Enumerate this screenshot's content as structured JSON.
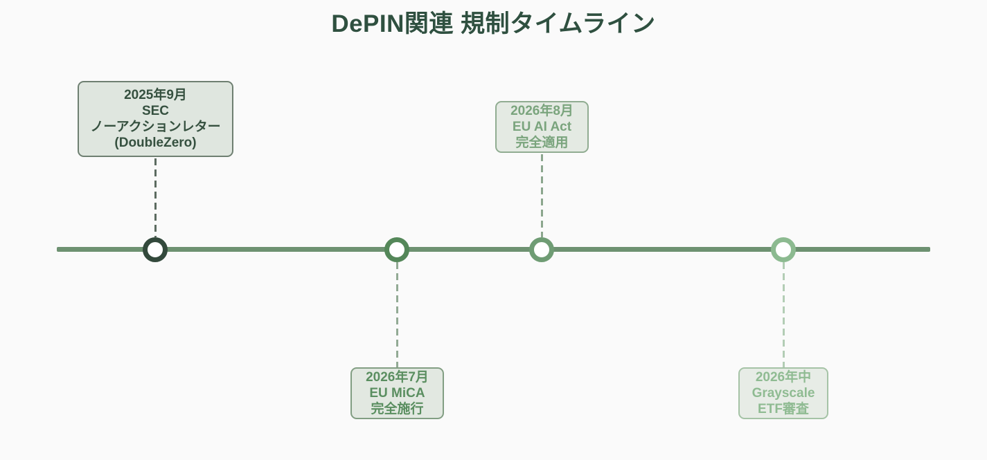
{
  "title": "DePIN関連 規制タイムライン",
  "colors": {
    "background": "#fafafa",
    "title": "#2f5040",
    "timeline_line": "#6d9171"
  },
  "chart_data": {
    "type": "timeline",
    "title": "DePIN関連 規制タイムライン",
    "orientation": "horizontal",
    "events": [
      {
        "date": "2025年9月",
        "label": "SEC ノーアクションレター (DoubleZero)",
        "side": "above"
      },
      {
        "date": "2026年7月",
        "label": "EU MiCA 完全施行",
        "side": "below"
      },
      {
        "date": "2026年8月",
        "label": "EU AI Act 完全適用",
        "side": "above"
      },
      {
        "date": "2026年中",
        "label": "Grayscale ETF審査",
        "side": "below"
      }
    ]
  },
  "events": [
    {
      "lines": [
        "2025年9月",
        "SEC",
        "ノーアクションレター",
        "(DoubleZero)"
      ],
      "side": "above",
      "text_color": "#35503f",
      "border_color": "#6e7f71",
      "bg_color": "#dfe6df",
      "node_color": "#33493c",
      "dash_color": "#5c6b60"
    },
    {
      "lines": [
        "2026年7月",
        "EU MiCA",
        "完全施行"
      ],
      "side": "below",
      "text_color": "#5a8e60",
      "border_color": "#829e83",
      "bg_color": "#e2e8e1",
      "node_color": "#548759",
      "dash_color": "#92aa94"
    },
    {
      "lines": [
        "2026年8月",
        "EU AI Act",
        "完全適用"
      ],
      "side": "above",
      "text_color": "#7aa47d",
      "border_color": "#90ac91",
      "bg_color": "#e4eae3",
      "node_color": "#6f9c74",
      "dash_color": "#8ba68d"
    },
    {
      "lines": [
        "2026年中",
        "Grayscale",
        "ETF審査"
      ],
      "side": "below",
      "text_color": "#8fbb92",
      "border_color": "#a5c3a6",
      "bg_color": "#e7ece6",
      "node_color": "#8cba90",
      "dash_color": "#b3cdb5"
    }
  ]
}
